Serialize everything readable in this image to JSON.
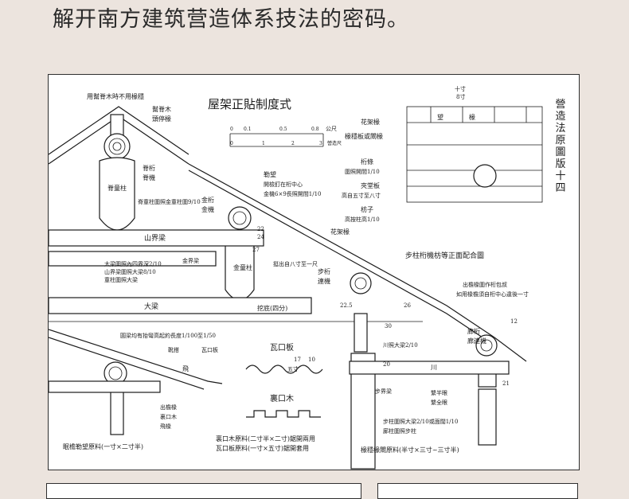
{
  "headline": "解开南方建筑营造体系技法的密码。",
  "plate": {
    "title": "屋架正貼制度式",
    "side_note": "營造法原圖版十四",
    "labels": {
      "top_note": "用幫脊木時不用椽穩",
      "ridge_wood": "幫脊木",
      "ridge_purlin_rafter": "頭停椽",
      "ridge_beam": "脊桁",
      "ridge_ji": "脊機",
      "ridge_post": "脊童柱",
      "ridge_post_note": "脊童柱圍照金童柱圍9/10",
      "jin_heng": "金桁",
      "jin_ji": "金機",
      "golden_post": "金童柱",
      "shanjie_liang": "山界梁",
      "liang_note_1": "大梁圍照內四界深2/10",
      "liang_note_2": "山界梁圍照大梁8/10",
      "liang_note_3": "童柱圍照大梁",
      "da_liang": "大梁",
      "jin_jie_liang": "金界梁",
      "lewang": "勒望",
      "lewang_note": "開檢釘在桁中心",
      "jin_ji_note": "金機6×9長照開間1/10",
      "chuan_label": "花架椽",
      "ting_chu": "挺出自八寸至一尺",
      "wa_ban": "瓦口板",
      "bu_heng": "步桁",
      "lian_ji": "連機",
      "hua_jia_chuan": "花架椽",
      "chuan_you_ban": "椽穩板或閘椽",
      "heng_tiao": "桁條",
      "heng_tiao_note": "圍照開間1/10",
      "jia_tang_ban": "夾堂板",
      "jia_tang_note": "高自五寸至八寸",
      "fang_zi": "枋子",
      "fang_zi_note": "高按柱高1/10",
      "bu_zhu_caption": "步柱桁機枋等正面配合圖",
      "wa_kou_ban_title": "瓦口板",
      "li_kou_mu_title": "裏口木",
      "curve_note": "圓梁均有抬彎高起約長度1/100至1/50",
      "wa_die": "飛",
      "dian_ta": "靴搭",
      "wa_kou_yan": "瓦口板",
      "chu_yan_chuan": "出檐椽",
      "li_kou_mu": "裏口木",
      "fei_chuan": "飛椽",
      "chuan_yan_ji": "出檐椽圍作桁包叔",
      "chuan_yan_note": "如用椽檐須自桁中心違後一寸",
      "chuan_ban_liang": "川照大梁2/10",
      "chuan": "川",
      "liao_heng": "廊桁",
      "liao_ji": "廊連機",
      "bu_jie_liang": "步界梁",
      "shi_ban_ya": "繫半眼",
      "shi_quan_ya": "繫全眼",
      "zhu_note_1": "步柱圍照大梁2/10或面闊1/10",
      "zhu_note_2": "廊柱圍照步柱",
      "ting_di": "挖底(四分)",
      "bottom_left": "眠檐勒望原料(一寸×二寸半)",
      "bottom_mid_1": "裏口木原料(二寸半×二寸)鋸開兩用",
      "bottom_mid_2": "瓦口板原料(一寸×五寸)鋸開套用",
      "bottom_right": "椽穩椽閘原料(半寸×三寸~三寸半)",
      "scale_unit_1": "公尺",
      "scale_unit_2": "營造尺",
      "dim_24": "24",
      "dim_22": "22",
      "dim_27": "27",
      "dim_17": "17",
      "dim_30": "30",
      "dim_21": "21",
      "dim_20": "20",
      "dim_22_5": "22.5",
      "dim_8": "8寸",
      "dim_10": "10",
      "dim_12": "12",
      "dim_26": "26",
      "dim_ten": "十寸",
      "dim_five": "五寸",
      "wang": "望",
      "wang_2": "椽"
    },
    "scale_ticks_m": [
      "0",
      "0.1",
      "0.5",
      "0.8"
    ],
    "scale_ticks_chi": [
      "0",
      "1",
      "2",
      "3"
    ]
  },
  "colors": {
    "background": "#ece4de",
    "ink": "#1b1b1b",
    "paper": "#ffffff"
  }
}
